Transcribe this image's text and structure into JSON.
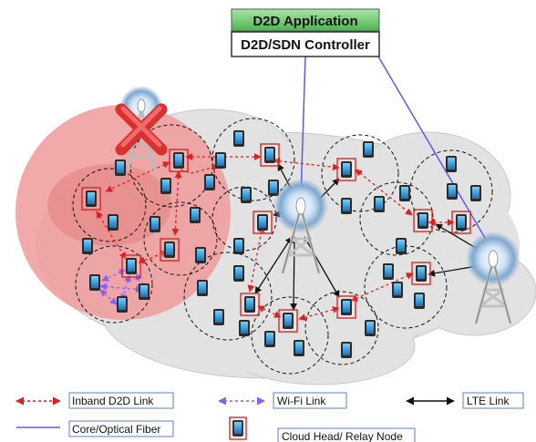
{
  "top_boxes": {
    "application": "D2D Application",
    "controller": "D2D/SDN Controller"
  },
  "legend": {
    "inband": "Inband D2D Link",
    "wifi": "Wi-Fi Link",
    "lte": "LTE Link",
    "core": "Core/Optical Fiber",
    "cloud_head": "Cloud Head/ Relay Node"
  },
  "colors": {
    "inband_link": "#e02020",
    "wifi_link": "#8b5cf6",
    "lte_link": "#111111",
    "core_link": "#5b5bf0",
    "cloud_fill": "#e2e2e2",
    "failed_area": "#f09a9a",
    "app_box": "#7fd27f",
    "cloud_head_border": "#e01818",
    "cross": "#d93030"
  }
}
